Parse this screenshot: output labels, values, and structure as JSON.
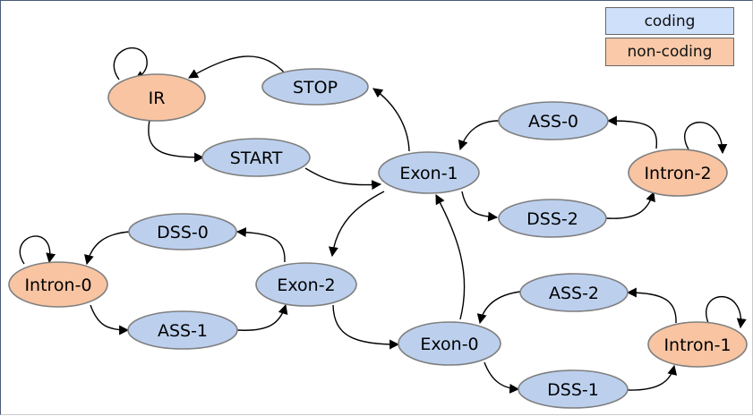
{
  "legend": {
    "coding_label": "coding",
    "noncoding_label": "non-coding",
    "coding_color": "#bcd0ee",
    "noncoding_color": "#f8c4a2"
  },
  "nodes": {
    "ir": "IR",
    "stop": "STOP",
    "start": "START",
    "exon1": "Exon-1",
    "ass0": "ASS-0",
    "intron2": "Intron-2",
    "dss2": "DSS-2",
    "dss0": "DSS-0",
    "intron0": "Intron-0",
    "ass1": "ASS-1",
    "exon2": "Exon-2",
    "exon0": "Exon-0",
    "ass2": "ASS-2",
    "intron1": "Intron-1",
    "dss1": "DSS-1"
  }
}
